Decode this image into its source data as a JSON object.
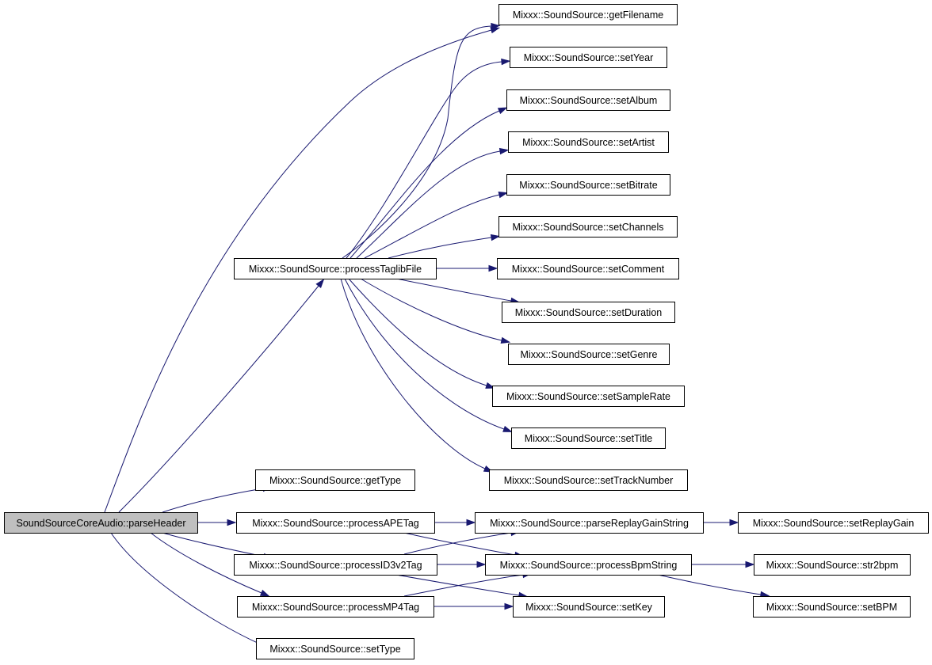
{
  "graph": {
    "edge_color": "#191970",
    "root_fill": "#bfbfbf",
    "nodes": [
      {
        "id": "root",
        "label": "SoundSourceCoreAudio::parseHeader",
        "root": true
      },
      {
        "id": "getFilename",
        "label": "Mixxx::SoundSource::getFilename"
      },
      {
        "id": "setYear",
        "label": "Mixxx::SoundSource::setYear"
      },
      {
        "id": "setAlbum",
        "label": "Mixxx::SoundSource::setAlbum"
      },
      {
        "id": "setArtist",
        "label": "Mixxx::SoundSource::setArtist"
      },
      {
        "id": "setBitrate",
        "label": "Mixxx::SoundSource::setBitrate"
      },
      {
        "id": "setChannels",
        "label": "Mixxx::SoundSource::setChannels"
      },
      {
        "id": "processTaglibFile",
        "label": "Mixxx::SoundSource::processTaglibFile"
      },
      {
        "id": "setComment",
        "label": "Mixxx::SoundSource::setComment"
      },
      {
        "id": "setDuration",
        "label": "Mixxx::SoundSource::setDuration"
      },
      {
        "id": "setGenre",
        "label": "Mixxx::SoundSource::setGenre"
      },
      {
        "id": "setSampleRate",
        "label": "Mixxx::SoundSource::setSampleRate"
      },
      {
        "id": "setTitle",
        "label": "Mixxx::SoundSource::setTitle"
      },
      {
        "id": "setTrackNumber",
        "label": "Mixxx::SoundSource::setTrackNumber"
      },
      {
        "id": "getType",
        "label": "Mixxx::SoundSource::getType"
      },
      {
        "id": "processAPETag",
        "label": "Mixxx::SoundSource::processAPETag"
      },
      {
        "id": "parseReplayGainString",
        "label": "Mixxx::SoundSource::parseReplayGainString"
      },
      {
        "id": "setReplayGain",
        "label": "Mixxx::SoundSource::setReplayGain"
      },
      {
        "id": "processID3v2Tag",
        "label": "Mixxx::SoundSource::processID3v2Tag"
      },
      {
        "id": "processBpmString",
        "label": "Mixxx::SoundSource::processBpmString"
      },
      {
        "id": "str2bpm",
        "label": "Mixxx::SoundSource::str2bpm"
      },
      {
        "id": "processMP4Tag",
        "label": "Mixxx::SoundSource::processMP4Tag"
      },
      {
        "id": "setKey",
        "label": "Mixxx::SoundSource::setKey"
      },
      {
        "id": "setBPM",
        "label": "Mixxx::SoundSource::setBPM"
      },
      {
        "id": "setType",
        "label": "Mixxx::SoundSource::setType"
      }
    ],
    "edges": [
      {
        "from": "root",
        "to": "getFilename"
      },
      {
        "from": "root",
        "to": "processTaglibFile"
      },
      {
        "from": "root",
        "to": "getType"
      },
      {
        "from": "root",
        "to": "processAPETag"
      },
      {
        "from": "root",
        "to": "processID3v2Tag"
      },
      {
        "from": "root",
        "to": "processMP4Tag"
      },
      {
        "from": "root",
        "to": "setType"
      },
      {
        "from": "processTaglibFile",
        "to": "getFilename"
      },
      {
        "from": "processTaglibFile",
        "to": "setYear"
      },
      {
        "from": "processTaglibFile",
        "to": "setAlbum"
      },
      {
        "from": "processTaglibFile",
        "to": "setArtist"
      },
      {
        "from": "processTaglibFile",
        "to": "setBitrate"
      },
      {
        "from": "processTaglibFile",
        "to": "setChannels"
      },
      {
        "from": "processTaglibFile",
        "to": "setComment"
      },
      {
        "from": "processTaglibFile",
        "to": "setDuration"
      },
      {
        "from": "processTaglibFile",
        "to": "setGenre"
      },
      {
        "from": "processTaglibFile",
        "to": "setSampleRate"
      },
      {
        "from": "processTaglibFile",
        "to": "setTitle"
      },
      {
        "from": "processTaglibFile",
        "to": "setTrackNumber"
      },
      {
        "from": "processAPETag",
        "to": "parseReplayGainString"
      },
      {
        "from": "processAPETag",
        "to": "processBpmString"
      },
      {
        "from": "processID3v2Tag",
        "to": "parseReplayGainString"
      },
      {
        "from": "processID3v2Tag",
        "to": "processBpmString"
      },
      {
        "from": "processID3v2Tag",
        "to": "setKey"
      },
      {
        "from": "processMP4Tag",
        "to": "processBpmString"
      },
      {
        "from": "processMP4Tag",
        "to": "setKey"
      },
      {
        "from": "parseReplayGainString",
        "to": "setReplayGain"
      },
      {
        "from": "processBpmString",
        "to": "str2bpm"
      },
      {
        "from": "processBpmString",
        "to": "setBPM"
      }
    ]
  }
}
